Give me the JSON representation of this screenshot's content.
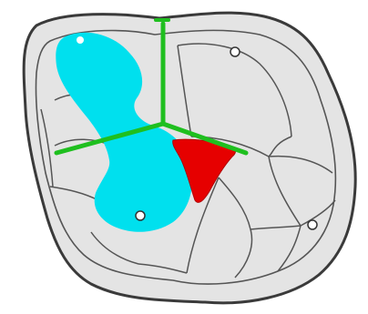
{
  "colors": {
    "background": "#ffffff",
    "outline": "#3a3a3a",
    "fill": "#e4e4e4",
    "region_cyan": "#00e0ee",
    "region_red": "#e60000",
    "axes_green": "#1fbf1f",
    "marker": "#ffffff"
  },
  "elements": {
    "outer_outline": "outer-cross-section-outline",
    "cyan_region": "highlighted-cyan-region",
    "red_region": "highlighted-red-region",
    "axes": "green-three-line-marker",
    "markers": "white-dot-markers"
  }
}
